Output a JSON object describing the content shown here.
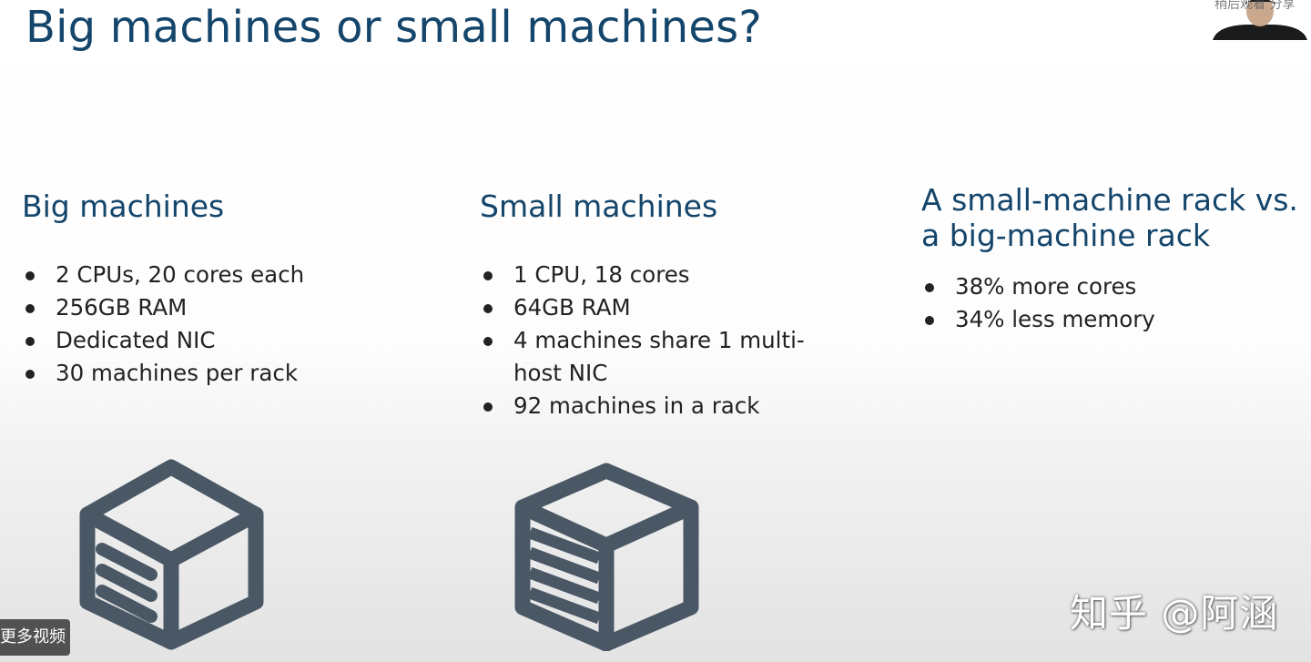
{
  "slide": {
    "title": "Big machines or small machines?",
    "columns": [
      {
        "heading": "Big machines",
        "bullets": [
          "2 CPUs, 20 cores each",
          "256GB RAM",
          "Dedicated NIC",
          "30 machines per rack"
        ]
      },
      {
        "heading": "Small machines",
        "bullets": [
          "1 CPU, 18 cores",
          "64GB RAM",
          "4 machines share 1 multi-host NIC",
          "92 machines in a rack"
        ]
      },
      {
        "heading": "A small-machine rack vs. a big-machine rack",
        "bullets": [
          "38% more cores",
          "34% less memory"
        ]
      }
    ],
    "icons": [
      "big-server-cube-icon",
      "small-server-cube-icon"
    ]
  },
  "overlay": {
    "video_caption": "稍后观看 分享",
    "more_videos": "更多视频",
    "watermark": "知乎 @阿涵"
  },
  "colors": {
    "title": "#14456b",
    "icon": "#4a5866",
    "bullet_text": "#222222"
  }
}
